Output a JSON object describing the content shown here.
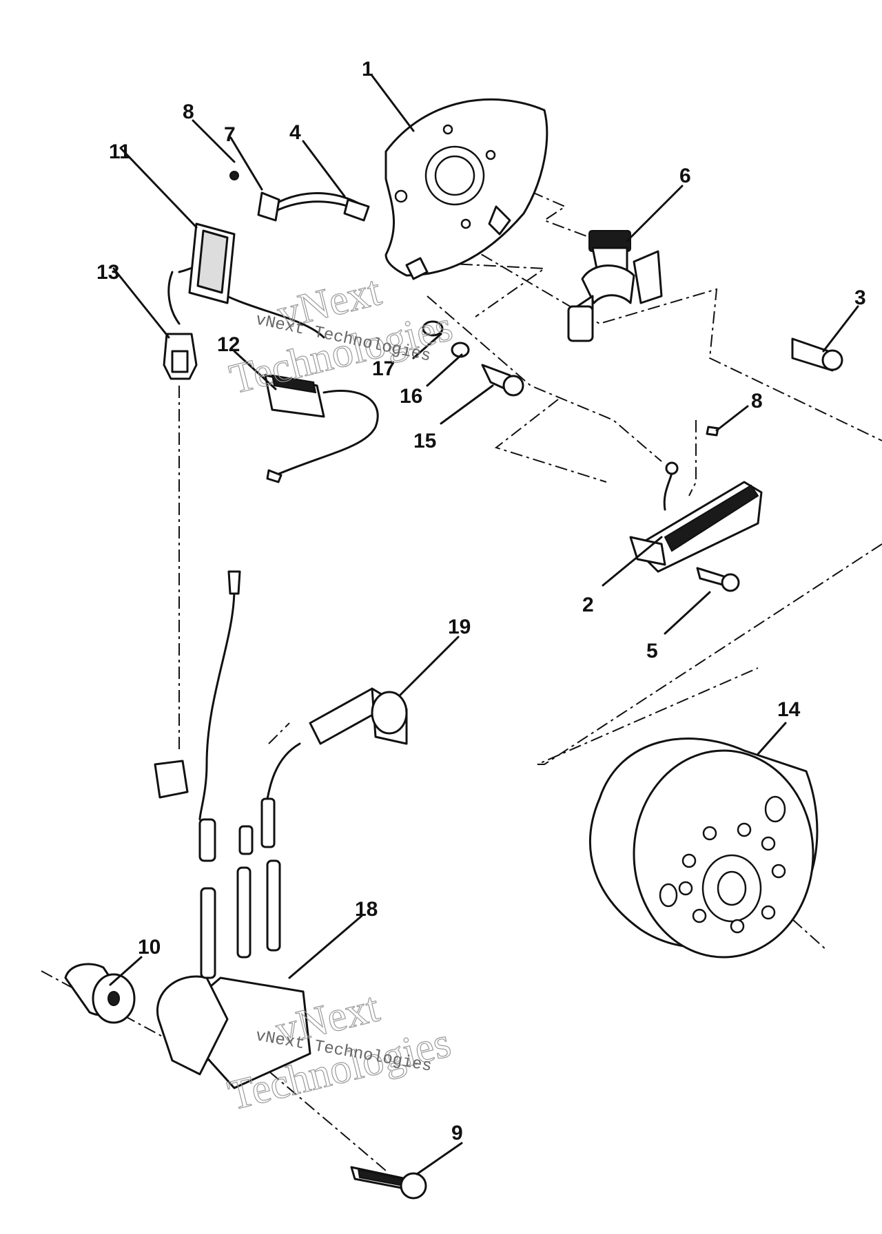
{
  "callouts": {
    "c1": "1",
    "c2": "2",
    "c3": "3",
    "c4": "4",
    "c5": "5",
    "c6": "6",
    "c7": "7",
    "c8a": "8",
    "c8b": "8",
    "c9": "9",
    "c10": "10",
    "c11": "11",
    "c12": "12",
    "c13": "13",
    "c14": "14",
    "c15": "15",
    "c16": "16",
    "c17": "17",
    "c18": "18",
    "c19": "19"
  },
  "watermark": {
    "line1": "vNext",
    "line2": "Technologies",
    "small": "vNext Technologies"
  }
}
